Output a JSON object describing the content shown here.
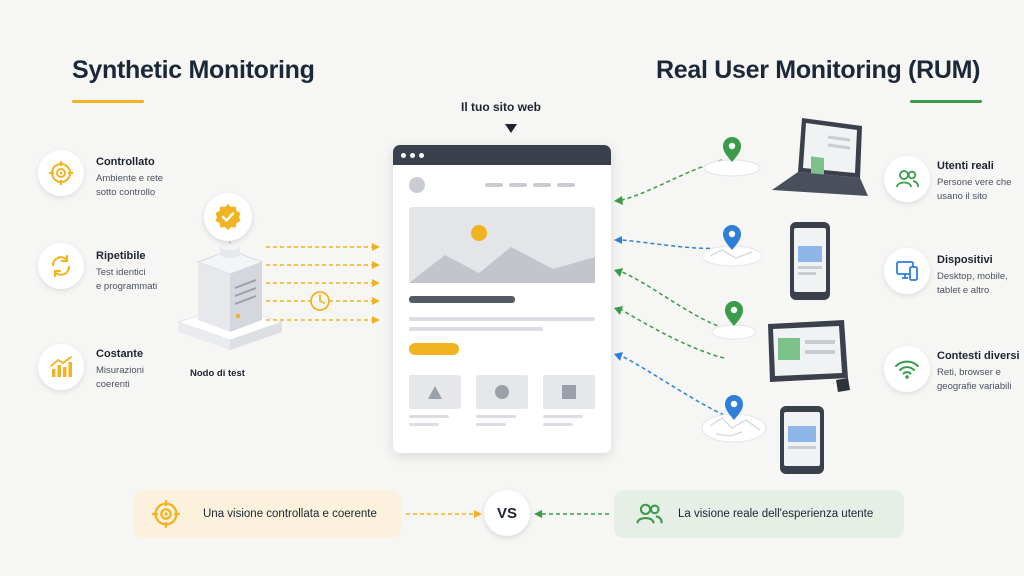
{
  "left": {
    "title": "Synthetic Monitoring",
    "accent": "#f2b320",
    "features": [
      {
        "icon": "target-icon",
        "title": "Controllato",
        "desc": "Ambiente e rete\nsotto controllo"
      },
      {
        "icon": "refresh-icon",
        "title": "Ripetibile",
        "desc": "Test identici\ne programmati"
      },
      {
        "icon": "bar-chart-icon",
        "title": "Costante",
        "desc": "Misurazioni\ncoerenti"
      }
    ],
    "node_label": "Nodo di test",
    "summary": "Una visione controllata e coerente"
  },
  "center": {
    "site_label": "Il tuo sito web",
    "vs": "VS"
  },
  "right": {
    "title": "Real User Monitoring (RUM)",
    "accent": "#3a9b48",
    "features": [
      {
        "icon": "users-icon",
        "title": "Utenti reali",
        "desc": "Persone vere che\nusano il sito"
      },
      {
        "icon": "devices-icon",
        "title": "Dispositivi",
        "desc": "Desktop, mobile,\ntablet e altro"
      },
      {
        "icon": "wifi-icon",
        "title": "Contesti diversi",
        "desc": "Reti, browser e\ngeografie variabili"
      }
    ],
    "summary": "La visione reale dell'esperienza utente"
  },
  "colors": {
    "yellow": "#f2b320",
    "green": "#3a9b48",
    "blue": "#2f7fd8",
    "dark": "#3b414c"
  }
}
